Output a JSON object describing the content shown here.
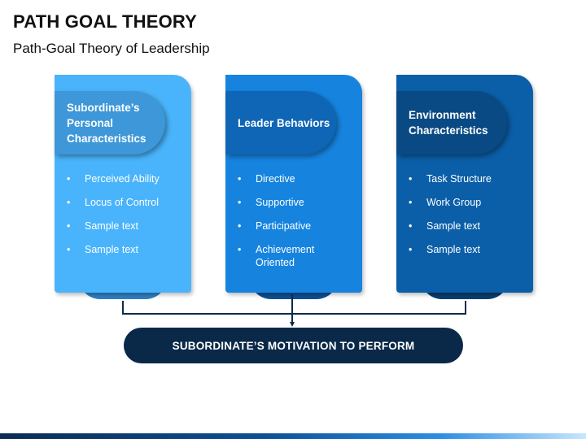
{
  "title": "PATH GOAL THEORY",
  "subtitle": "Path-Goal Theory of Leadership",
  "cards": [
    {
      "title": "Subordinate’s Personal Characteristics",
      "color": "#49b4fb",
      "header_color": "#3d97d8",
      "foot_color": "#2f7fc2",
      "bullets": [
        "Perceived Ability",
        "Locus of Control",
        "Sample text",
        "Sample text"
      ]
    },
    {
      "title": "Leader Behaviors",
      "color": "#1684df",
      "header_color": "#0f66b6",
      "foot_color": "#0d4f92",
      "bullets": [
        "Directive",
        "Supportive",
        "Participative",
        "Achievement Oriented"
      ]
    },
    {
      "title": "Environment Characteristics",
      "color": "#0b5fa8",
      "header_color": "#0a4a84",
      "foot_color": "#0a3e6e",
      "bullets": [
        "Task Structure",
        "Work Group",
        "Sample text",
        "Sample text"
      ]
    }
  ],
  "goal": "SUBORDINATE’S MOTIVATION TO PERFORM"
}
